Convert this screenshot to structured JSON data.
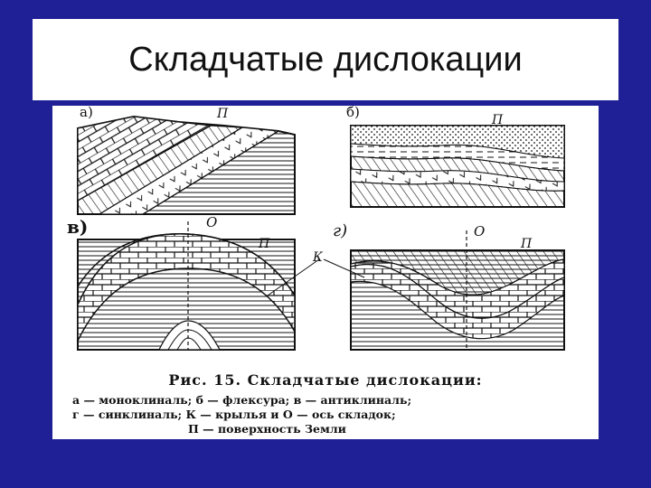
{
  "slide": {
    "title": "Складчатые дислокации"
  },
  "figure": {
    "panel_labels": {
      "a": "а)",
      "b": "б)",
      "v": "в)",
      "g": "г)"
    },
    "markers": {
      "surface_a": "П",
      "surface_b": "П",
      "surface_v": "П",
      "surface_g": "П",
      "axis_v": "О",
      "axis_g": "О",
      "wings": "К"
    },
    "caption": {
      "title": "Рис. 15. Складчатые дислокации:",
      "line1": "а — моноклиналь;   б — флексура;   в — антиклиналь;",
      "line2": "г — синклиналь;   К — крылья   и   О — ось   складок;",
      "line3": "П — поверхность Земли"
    }
  },
  "colors": {
    "background": "#1f1f96",
    "title_box": "#ffffff",
    "ink": "#111111"
  }
}
